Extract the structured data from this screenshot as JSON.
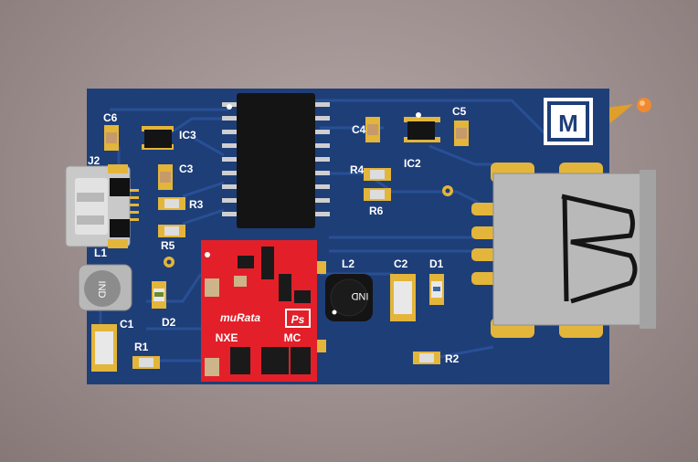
{
  "board": {
    "colors": {
      "pcb": "#1e3e78",
      "trace": "#244a8c",
      "gold": "#e3b53a",
      "silk": "#ffffff",
      "module": "#e3202a",
      "chip": "#141414"
    }
  },
  "designators": {
    "c6": "C6",
    "ic3": "IC3",
    "c3": "C3",
    "r3": "R3",
    "r5": "R5",
    "j2": "J2",
    "l1": "L1",
    "d2": "D2",
    "c1": "C1",
    "r1": "R1",
    "c4": "C4",
    "r4": "R4",
    "r6": "R6",
    "ic2": "IC2",
    "c5": "C5",
    "l2": "L2",
    "c2": "C2",
    "d1": "D1",
    "r2": "R2"
  },
  "inductor_marks": {
    "l1": "IND",
    "l2": "IND"
  },
  "module": {
    "brand": "muRata",
    "ps": "Ps",
    "left": "NXE",
    "right": "MC"
  },
  "logo": {
    "letter": "M"
  },
  "icons": [
    "usb-micro-connector-icon",
    "usb-a-connector-icon",
    "maker-logo-icon",
    "origin-marker-icon"
  ]
}
